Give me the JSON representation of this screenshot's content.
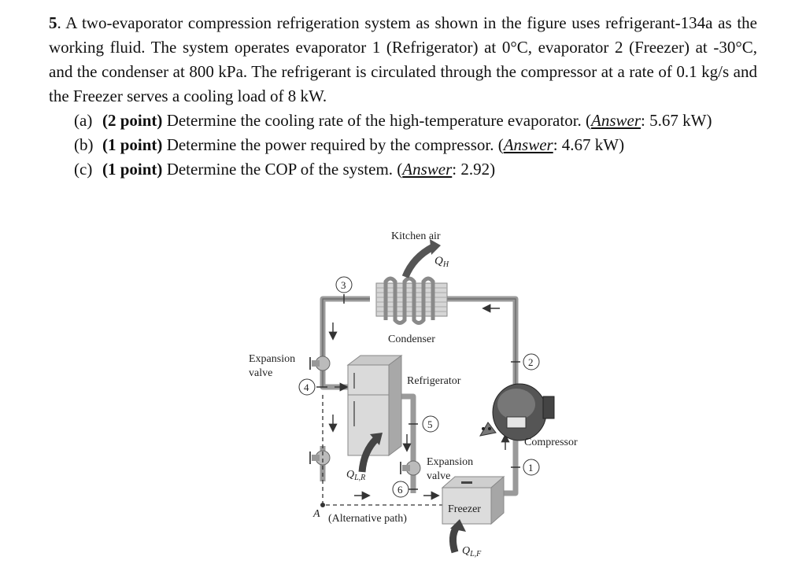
{
  "problem": {
    "number": "5",
    "statement": ". A two-evaporator compression refrigeration system as shown in the figure uses refrigerant-134a as the working fluid. The system operates evaporator 1 (Refrigerator) at 0°C, evaporator 2 (Freezer) at -30°C, and the condenser at 800 kPa. The refrigerant is circulated through the compressor at a rate of 0.1 kg/s and the Freezer serves a cooling load of 8 kW.",
    "parts": [
      {
        "label": "(a)",
        "points": "(2 point)",
        "text": " Determine the cooling rate of the high-temperature evaporator. (",
        "answer_word": "Answer",
        "answer_value": ": 5.67 kW)"
      },
      {
        "label": "(b)",
        "points": "(1 point)",
        "text": " Determine the power required by the compressor. (",
        "answer_word": "Answer",
        "answer_value": ": 4.67 kW)"
      },
      {
        "label": "(c)",
        "points": "(1 point)",
        "text": " Determine the COP of the system. (",
        "answer_word": "Answer",
        "answer_value": ": 2.92)"
      }
    ]
  },
  "figure": {
    "kitchen_air": "Kitchen air",
    "qh": "Q",
    "qh_sub": "H",
    "condenser": "Condenser",
    "refrigerator": "Refrigerator",
    "compressor": "Compressor",
    "freezer": "Freezer",
    "expansion_valve_1a": "Expansion",
    "expansion_valve_1b": "valve",
    "expansion_valve_2a": "Expansion",
    "expansion_valve_2b": "valve",
    "qlr": "Q",
    "qlr_sub": "L,R",
    "qlf": "Q",
    "qlf_sub": "L,F",
    "point_a": "A",
    "alt_path": "(Alternative path)",
    "states": [
      "1",
      "2",
      "3",
      "4",
      "5",
      "6"
    ]
  }
}
